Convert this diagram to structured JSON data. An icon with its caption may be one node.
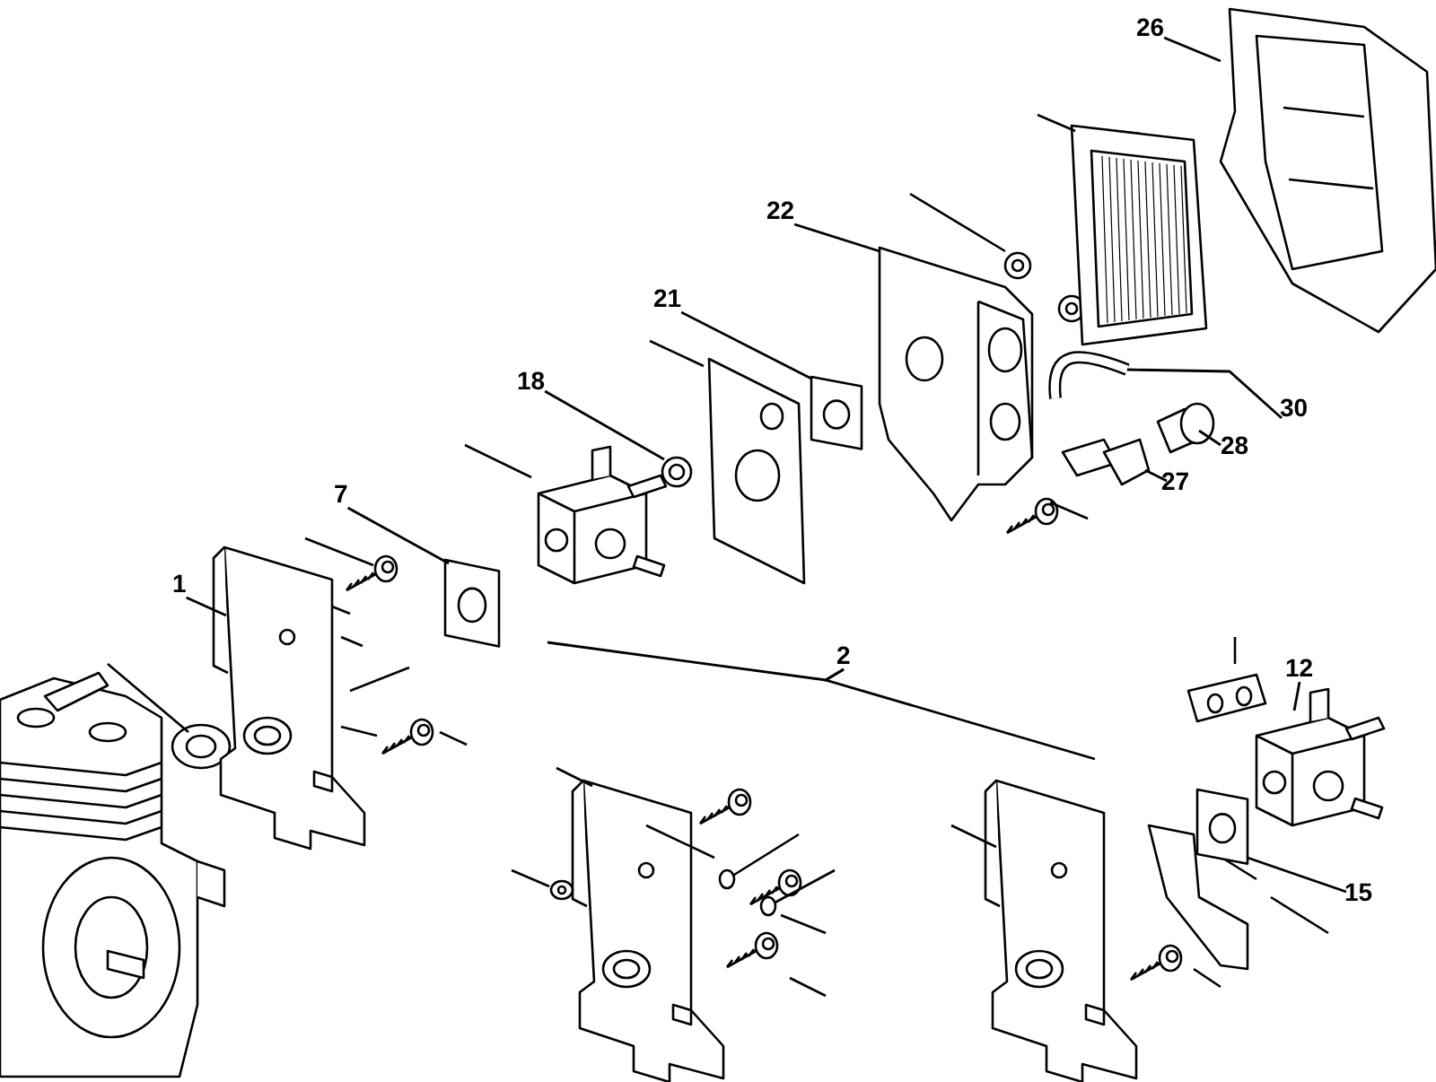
{
  "diagram": {
    "nodes": [
      {
        "text": [
          "26"
        ]
      },
      {
        "text": [
          "22"
        ]
      },
      {
        "text": [
          "21"
        ]
      },
      {
        "text": [
          "18"
        ]
      },
      {
        "text": [
          "7"
        ]
      },
      {
        "text": [
          "1"
        ]
      },
      {
        "text": [
          "30"
        ]
      },
      {
        "text": [
          "28"
        ]
      },
      {
        "text": [
          "27"
        ]
      },
      {
        "text": [
          "2"
        ]
      },
      {
        "text": [
          "12"
        ]
      },
      {
        "text": [
          "15"
        ]
      },
      {
        "text": [],
        "shape": "picture"
      },
      {
        "text": [],
        "shape": "picture"
      },
      {
        "text": [],
        "shape": "picture"
      },
      {
        "text": [],
        "shape": "picture"
      },
      {
        "text": [],
        "shape": "picture"
      },
      {
        "text": [],
        "shape": "picture"
      },
      {
        "text": [],
        "shape": "picture"
      },
      {
        "text": [],
        "shape": "picture"
      },
      {
        "text": [],
        "shape": "picture"
      },
      {
        "text": [],
        "shape": "picture"
      },
      {
        "text": [],
        "shape": "picture"
      }
    ],
    "edges": [
      {
        "from": 0,
        "to": 12,
        "arrow": "none"
      },
      {
        "from": 1,
        "to": 13,
        "arrow": "none"
      },
      {
        "from": 2,
        "to": 14,
        "arrow": "none"
      },
      {
        "from": 3,
        "to": 15,
        "arrow": "none"
      },
      {
        "from": 4,
        "to": 16,
        "arrow": "none"
      },
      {
        "from": 5,
        "to": 17,
        "arrow": "none"
      },
      {
        "from": 6,
        "to": 18,
        "arrow": "none"
      },
      {
        "from": 7,
        "to": 19,
        "arrow": "none"
      },
      {
        "from": 8,
        "to": 20,
        "arrow": "none"
      },
      {
        "from": 9,
        "to": null,
        "arrow": "none"
      },
      {
        "from": 9,
        "to": null,
        "arrow": "none"
      },
      {
        "from": 10,
        "to": 21,
        "arrow": "none"
      },
      {
        "from": 11,
        "to": 22,
        "arrow": "none"
      }
    ]
  }
}
